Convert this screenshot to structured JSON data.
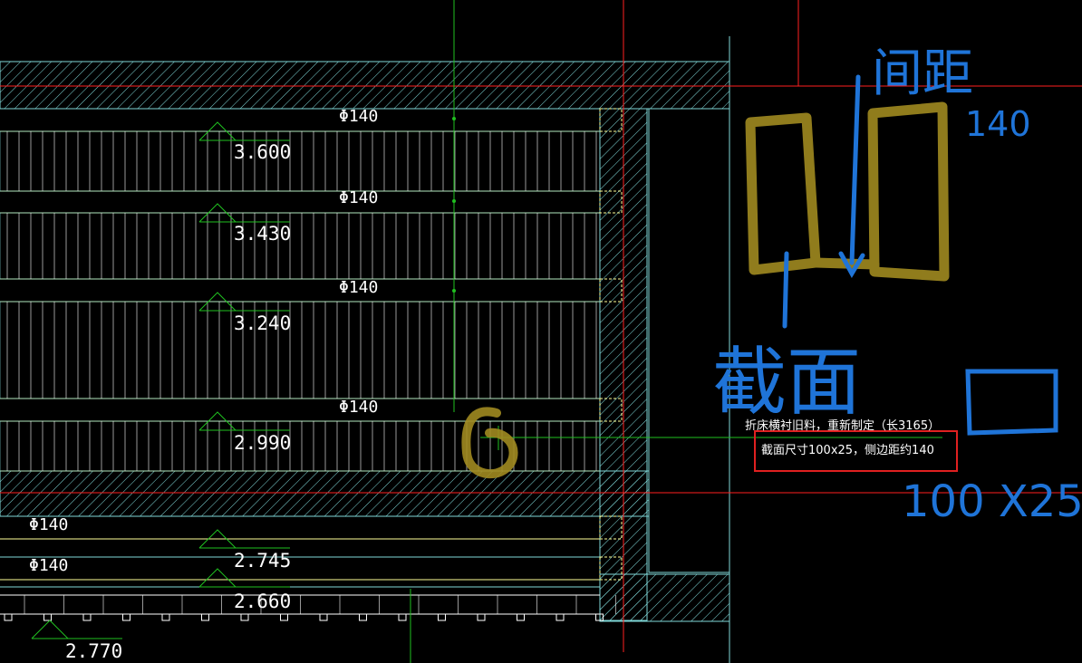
{
  "colors": {
    "wall": "#7fd8d8",
    "bar": "#ffff99",
    "axis_red": "#ff2020",
    "axis_green": "#20c020",
    "text": "#ffffff",
    "elevation_marker": "#20c020",
    "handwriting_blue": "#1f74d8",
    "highlight_olive": "#a08a20",
    "tooltip_box": "#e02020"
  },
  "drawing": {
    "bar_labels": [
      "Φ140",
      "Φ140",
      "Φ140",
      "Φ140",
      "Φ140",
      "Φ140"
    ],
    "elevations": [
      "3.600",
      "3.430",
      "3.240",
      "2.990",
      "2.745",
      "2.660",
      "2.770"
    ]
  },
  "tooltip": {
    "line1": "折床横衬旧料，重新制定（长3165）",
    "line2": "截面尺寸100x25，侧边距约140"
  },
  "annotations": {
    "spacing_label": "间距",
    "spacing_value": "140",
    "section_label": "截面",
    "section_value": "100 X25"
  }
}
